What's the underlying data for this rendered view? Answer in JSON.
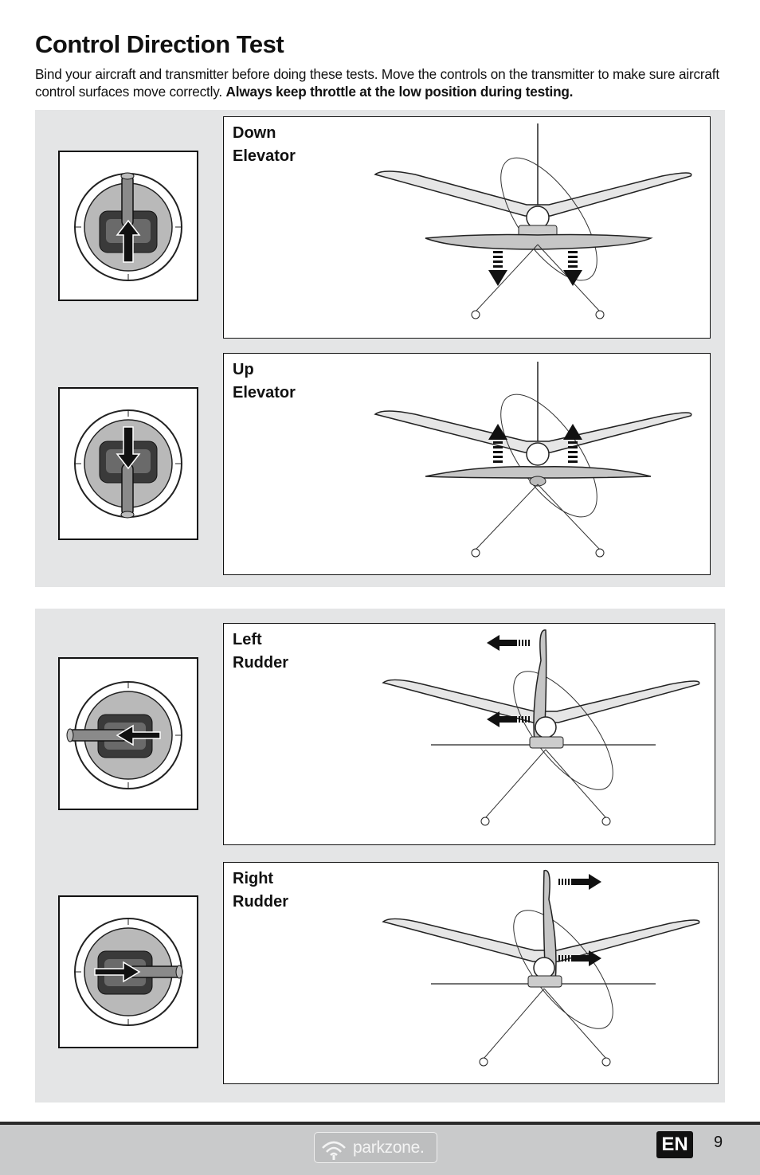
{
  "page": {
    "title": "Control Direction Test",
    "intro": "Bind your aircraft and transmitter before doing these tests. Move the controls on the transmitter to make sure aircraft control surfaces move correctly.",
    "intro_bold": "Always keep throttle at the low position during testing."
  },
  "sections": [
    {
      "panels": [
        {
          "line1": "Down",
          "line2": "Elevator",
          "stick_direction": "up",
          "surface_arrows": "down"
        },
        {
          "line1": "Up",
          "line2": "Elevator",
          "stick_direction": "down",
          "surface_arrows": "up"
        }
      ]
    },
    {
      "panels": [
        {
          "line1": "Left",
          "line2": "Rudder",
          "stick_direction": "left",
          "surface_arrows": "left"
        },
        {
          "line1": "Right",
          "line2": "Rudder",
          "stick_direction": "right",
          "surface_arrows": "right"
        }
      ]
    }
  ],
  "footer": {
    "brand": "parkzone.",
    "language": "EN",
    "page_number": "9",
    "icons": [
      "wifi-signal-icon"
    ]
  },
  "colors": {
    "section_bg": "#e4e5e6",
    "footer_bg": "#c9cacb"
  }
}
